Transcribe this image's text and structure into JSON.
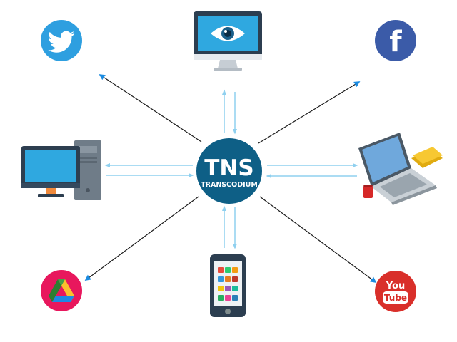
{
  "hub": {
    "title": "TNS",
    "subtitle": "TRANSCODIUM",
    "color": "#0e5f86"
  },
  "colors": {
    "arrow_head": "#1b8be0",
    "connector_black": "#1c1c1c",
    "connector_blue": "#8fd0ef",
    "twitter": "#2e9fe0",
    "facebook": "#3b5ba8",
    "youtube": "#d92f2a",
    "drive_bg": "#e8175d"
  },
  "nodes": [
    {
      "id": "twitter",
      "icon": "twitter-bird-icon",
      "connection": "outbound"
    },
    {
      "id": "monitor",
      "icon": "eye-icon",
      "connection": "bidirectional"
    },
    {
      "id": "facebook",
      "icon": "facebook-f-icon",
      "label": "f",
      "connection": "outbound"
    },
    {
      "id": "desktop",
      "icon": "desktop-computer-icon",
      "connection": "bidirectional"
    },
    {
      "id": "laptop",
      "icon": "laptop-icon",
      "connection": "bidirectional"
    },
    {
      "id": "drive",
      "icon": "google-drive-icon",
      "connection": "outbound"
    },
    {
      "id": "phone",
      "icon": "smartphone-icon",
      "connection": "bidirectional"
    },
    {
      "id": "youtube",
      "icon": "youtube-icon",
      "label_top": "You",
      "label_bottom": "Tube",
      "connection": "outbound"
    }
  ]
}
